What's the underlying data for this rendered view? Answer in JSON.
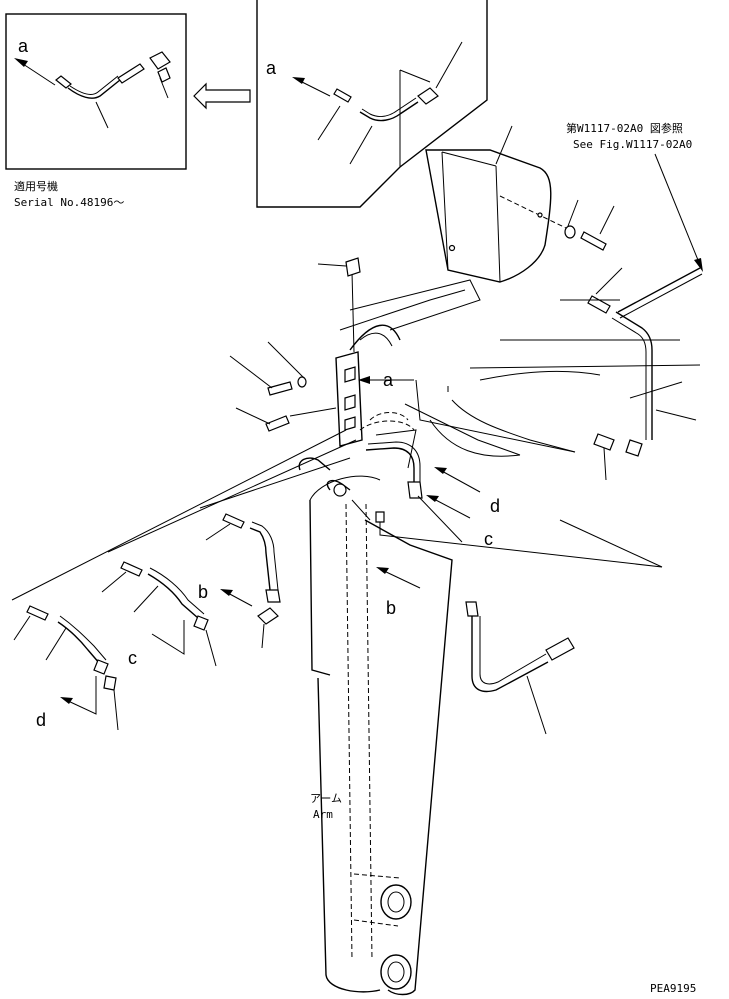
{
  "labels": {
    "inset_left_a": "a",
    "inset_right_a": "a",
    "main_a": "a",
    "b_upper": "b",
    "b_lower": "b",
    "c_upper": "c",
    "c_lower": "c",
    "d_upper": "d",
    "d_lower": "d"
  },
  "notes": {
    "applicable_jp": "適用号機",
    "serial": "Serial No.48196～",
    "see_fig_jp": "第W1117-02A0 図参照",
    "see_fig_en": "See Fig.W1117-02A0",
    "arm_jp": "アーム",
    "arm_en": "Arm",
    "drawing_no": "PEA9195"
  }
}
